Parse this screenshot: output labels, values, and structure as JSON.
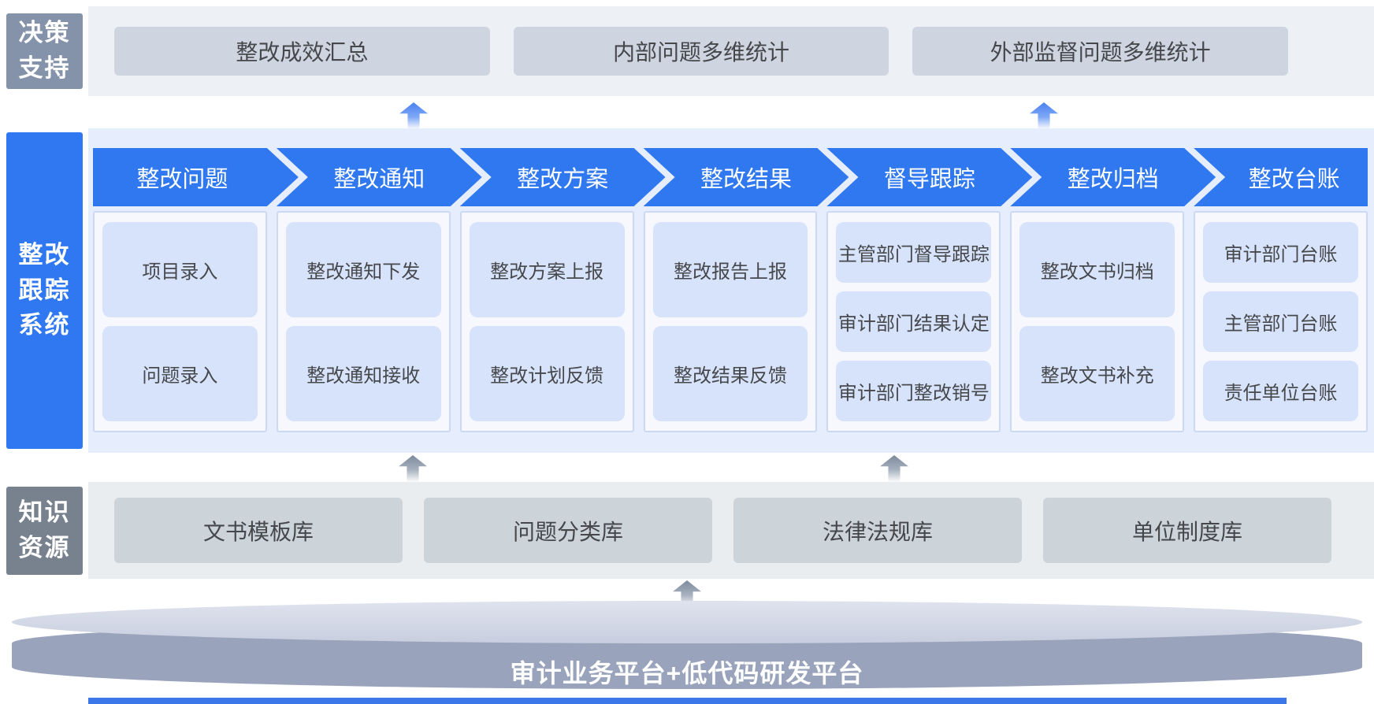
{
  "decision_row": {
    "label": "决策\n支持",
    "items": [
      "整改成效汇总",
      "内部问题多维统计",
      "外部监督问题多维统计"
    ]
  },
  "process_row": {
    "label": "整改\n跟踪\n系统",
    "columns": [
      {
        "header": "整改问题",
        "items": [
          "项目录入",
          "问题录入"
        ]
      },
      {
        "header": "整改通知",
        "items": [
          "整改通知下发",
          "整改通知接收"
        ]
      },
      {
        "header": "整改方案",
        "items": [
          "整改方案上报",
          "整改计划反馈"
        ]
      },
      {
        "header": "整改结果",
        "items": [
          "整改报告上报",
          "整改结果反馈"
        ]
      },
      {
        "header": "督导跟踪",
        "items": [
          "主管部门督导跟踪",
          "审计部门结果认定",
          "审计部门整改销号"
        ]
      },
      {
        "header": "整改归档",
        "items": [
          "整改文书归档",
          "整改文书补充"
        ]
      },
      {
        "header": "整改台账",
        "items": [
          "审计部门台账",
          "主管部门台账",
          "责任单位台账"
        ]
      }
    ]
  },
  "knowledge_row": {
    "label": "知识\n资源",
    "items": [
      "文书模板库",
      "问题分类库",
      "法律法规库",
      "单位制度库"
    ]
  },
  "platform": {
    "label": "审计业务平台+低代码研发平台"
  },
  "icons": {
    "up_arrow": "flow-up-arrow"
  },
  "colors": {
    "accent_blue": "#3078f0",
    "process_band": "#e6edfc",
    "process_item": "#d7e3fa",
    "decision_label": "#8493a9",
    "decision_box": "#ced5e1",
    "knowledge_label": "#78828e",
    "knowledge_box": "#ccd3d9",
    "cylinder_top": "#d5dae7",
    "cylinder_body": "#99a3bb",
    "bottom_strip": "#3b77e8"
  }
}
